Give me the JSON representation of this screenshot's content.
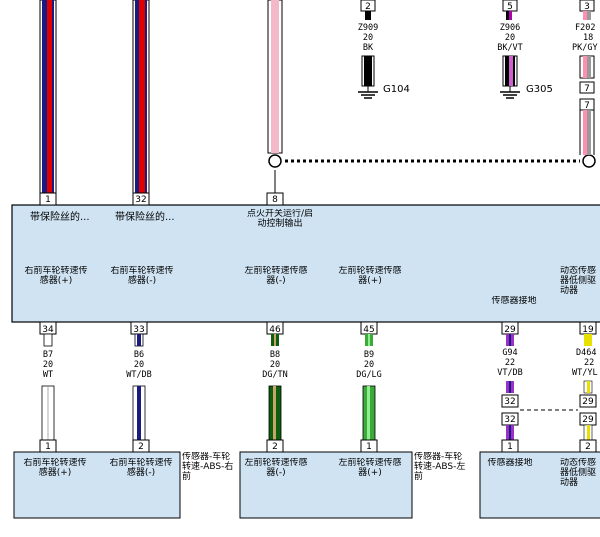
{
  "ground_wires": [
    {
      "pin": "2",
      "code": "Z909",
      "gauge": "20",
      "color": "BK",
      "ground": "G104",
      "stripe": [
        "#000000"
      ]
    },
    {
      "pin": "5",
      "code": "Z906",
      "gauge": "20",
      "color": "BK/VT",
      "ground": "G305",
      "stripe": [
        "#000000",
        "#b000b0"
      ]
    },
    {
      "pin": "3",
      "code": "F202",
      "gauge": "18",
      "color": "PK/GY",
      "stripe": [
        "#ff8fb0",
        "#9a9a9a"
      ]
    }
  ],
  "right_top_connector": {
    "pin": "7"
  },
  "upper_inputs": [
    {
      "pin": "1",
      "label": "带保险丝的..."
    },
    {
      "pin": "32",
      "label": "带保险丝的..."
    },
    {
      "pin": "8",
      "label": "点火开关运行/启动控制输出"
    }
  ],
  "module_sensor_labels": [
    "右前车轮转速传感器(+)",
    "右前车轮转速传感器(-)",
    "左前轮转速传感器(-)",
    "左前轮转速传感器(+)",
    "传感器接地",
    "动态传感器低侧驱动器"
  ],
  "lower_wires": [
    {
      "pin": "34",
      "code": "B7",
      "gauge": "20",
      "color": "WT"
    },
    {
      "pin": "33",
      "code": "B6",
      "gauge": "20",
      "color": "WT/DB"
    },
    {
      "pin": "46",
      "code": "B8",
      "gauge": "20",
      "color": "DG/TN"
    },
    {
      "pin": "45",
      "code": "B9",
      "gauge": "20",
      "color": "DG/LG"
    },
    {
      "pin": "29",
      "code": "G94",
      "gauge": "22",
      "color": "VT/DB"
    },
    {
      "pin": "19",
      "code": "D464",
      "gauge": "22",
      "color": "WT/YL"
    }
  ],
  "inline_connectors": [
    {
      "pin": "32"
    },
    {
      "pin": "32"
    },
    {
      "pin": "29"
    },
    {
      "pin": "29"
    }
  ],
  "sensor_boxes": [
    {
      "pins": [
        "1",
        "2"
      ],
      "labels": [
        "右前车轮转速传感器(+)",
        "右前车轮转速传感器(-)"
      ],
      "side_label": "传感器-车轮转速-ABS-右前"
    },
    {
      "pins": [
        "2",
        "1"
      ],
      "labels": [
        "左前轮转速传感器(-)",
        "左前轮转速传感器(+)"
      ],
      "side_label": "传感器-车轮转速-ABS-左前"
    },
    {
      "pins": [
        "1",
        "2"
      ],
      "labels": [
        "传感器接地",
        "动态传感器低侧驱动器"
      ]
    }
  ],
  "colors": {
    "module_fill": "#cfe3f3",
    "module_stroke": "#000000",
    "red": "#e00000",
    "navy": "#1a1a80",
    "dark_green": "#0d5e0d",
    "light_green": "#3aaa3a",
    "violet": "#9b30c8",
    "yellow": "#e8e000",
    "white_wire": "#ffffff",
    "pink": "#f4b8c8"
  }
}
